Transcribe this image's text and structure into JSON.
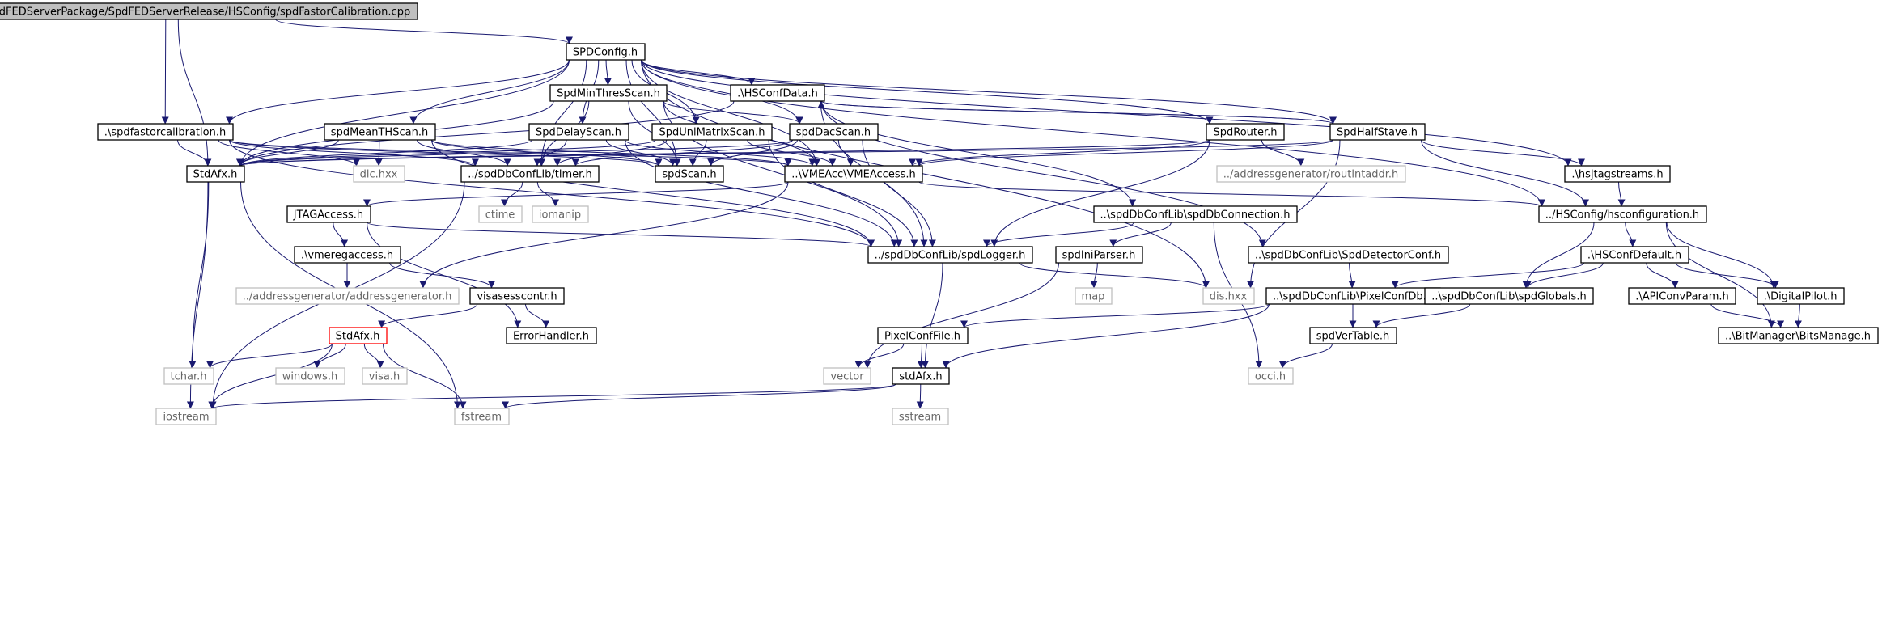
{
  "diagram": {
    "title": "F:/projectos/SpdFEDServerPackage/SpdFEDServerRelease/HSConfig/spdFastorCalibration.cpp",
    "colors": {
      "edge": "#191970",
      "root_fill": "#bfbfbf",
      "root_border": "#000000",
      "node_border": "#000000",
      "external_border": "#bfbfbf",
      "external_text": "#666666",
      "highlight_border": "#ff0000"
    },
    "nodes": [
      {
        "id": "root",
        "label": "F:/projectos/SpdFEDServerPackage/SpdFEDServerRelease/HSConfig/spdFastorCalibration.cpp",
        "style": "root"
      },
      {
        "id": "spdconfig",
        "label": "SPDConfig.h",
        "style": "normal"
      },
      {
        "id": "minthres",
        "label": "SpdMinThresScan.h",
        "style": "normal"
      },
      {
        "id": "hsconfdata",
        "label": ".\\HSConfData.h",
        "style": "normal"
      },
      {
        "id": "fastorcal",
        "label": ".\\spdfastorcalibration.h",
        "style": "normal"
      },
      {
        "id": "meanth",
        "label": "spdMeanTHScan.h",
        "style": "normal"
      },
      {
        "id": "delayscan",
        "label": "SpdDelayScan.h",
        "style": "normal"
      },
      {
        "id": "unimatrix",
        "label": "SpdUniMatrixScan.h",
        "style": "normal"
      },
      {
        "id": "dacscan",
        "label": "spdDacScan.h",
        "style": "normal"
      },
      {
        "id": "router",
        "label": "SpdRouter.h",
        "style": "normal"
      },
      {
        "id": "halfstave",
        "label": "SpdHalfStave.h",
        "style": "normal"
      },
      {
        "id": "stdafx1",
        "label": "StdAfx.h",
        "style": "normal"
      },
      {
        "id": "dichxx",
        "label": "dic.hxx",
        "style": "external"
      },
      {
        "id": "timer",
        "label": "../spdDbConfLib/timer.h",
        "style": "normal"
      },
      {
        "id": "spdscan",
        "label": "spdScan.h",
        "style": "normal"
      },
      {
        "id": "vmeaccess",
        "label": "..\\VMEAcc\\VMEAccess.h",
        "style": "normal"
      },
      {
        "id": "routintaddr",
        "label": "../addressgenerator/routintaddr.h",
        "style": "external"
      },
      {
        "id": "hsjtag",
        "label": ".\\hsjtagstreams.h",
        "style": "normal"
      },
      {
        "id": "ctime",
        "label": "ctime",
        "style": "external"
      },
      {
        "id": "iomanip",
        "label": "iomanip",
        "style": "external"
      },
      {
        "id": "jtagaccess",
        "label": "JTAGAccess.h",
        "style": "normal"
      },
      {
        "id": "dbconnection",
        "label": "..\\spdDbConfLib\\spdDbConnection.h",
        "style": "normal"
      },
      {
        "id": "hsconfiguration",
        "label": "../HSConfig/hsconfiguration.h",
        "style": "normal"
      },
      {
        "id": "vmeregaccess",
        "label": ".\\vmeregaccess.h",
        "style": "normal"
      },
      {
        "id": "spdlogger",
        "label": "../spdDbConfLib/spdLogger.h",
        "style": "normal"
      },
      {
        "id": "inipaser",
        "label": "spdIniParser.h",
        "style": "normal"
      },
      {
        "id": "detectorconf",
        "label": "..\\spdDbConfLib\\SpdDetectorConf.h",
        "style": "normal"
      },
      {
        "id": "hsconfdefault",
        "label": ".\\HSConfDefault.h",
        "style": "normal"
      },
      {
        "id": "addrgen",
        "label": "../addressgenerator/addressgenerator.h",
        "style": "external"
      },
      {
        "id": "visasess",
        "label": "visasesscontr.h",
        "style": "normal"
      },
      {
        "id": "map",
        "label": "map",
        "style": "external"
      },
      {
        "id": "dishxx",
        "label": "dis.hxx",
        "style": "external"
      },
      {
        "id": "pixelconfdb",
        "label": "..\\spdDbConfLib\\PixelConfDb.h",
        "style": "normal"
      },
      {
        "id": "spdglobals",
        "label": "..\\spdDbConfLib\\spdGlobals.h",
        "style": "normal"
      },
      {
        "id": "apiconv",
        "label": ".\\APIConvParam.h",
        "style": "normal"
      },
      {
        "id": "digitalpilot",
        "label": ".\\DigitalPilot.h",
        "style": "normal"
      },
      {
        "id": "stdafx2",
        "label": "StdAfx.h",
        "style": "highlight"
      },
      {
        "id": "errorhandler",
        "label": "ErrorHandler.h",
        "style": "normal"
      },
      {
        "id": "pixelconffile",
        "label": "PixelConfFile.h",
        "style": "normal"
      },
      {
        "id": "spdvertable",
        "label": "spdVerTable.h",
        "style": "normal"
      },
      {
        "id": "bitsmanage",
        "label": "..\\BitManager\\BitsManage.h",
        "style": "normal"
      },
      {
        "id": "tchar",
        "label": "tchar.h",
        "style": "external"
      },
      {
        "id": "windows",
        "label": "windows.h",
        "style": "external"
      },
      {
        "id": "visa",
        "label": "visa.h",
        "style": "external"
      },
      {
        "id": "vector",
        "label": "vector",
        "style": "external"
      },
      {
        "id": "stdafx3",
        "label": "stdAfx.h",
        "style": "normal"
      },
      {
        "id": "occi",
        "label": "occi.h",
        "style": "external"
      },
      {
        "id": "iostream",
        "label": "iostream",
        "style": "external"
      },
      {
        "id": "fstream",
        "label": "fstream",
        "style": "external"
      },
      {
        "id": "sstream",
        "label": "sstream",
        "style": "external"
      }
    ],
    "edges": [
      [
        "root",
        "spdconfig"
      ],
      [
        "root",
        "fastorcal"
      ],
      [
        "root",
        "stdafx1"
      ],
      [
        "spdconfig",
        "minthres"
      ],
      [
        "spdconfig",
        "hsconfdata"
      ],
      [
        "spdconfig",
        "fastorcal"
      ],
      [
        "spdconfig",
        "meanth"
      ],
      [
        "spdconfig",
        "delayscan"
      ],
      [
        "spdconfig",
        "unimatrix"
      ],
      [
        "spdconfig",
        "dacscan"
      ],
      [
        "spdconfig",
        "router"
      ],
      [
        "spdconfig",
        "halfstave"
      ],
      [
        "spdconfig",
        "stdafx1"
      ],
      [
        "spdconfig",
        "timer"
      ],
      [
        "spdconfig",
        "spdscan"
      ],
      [
        "spdconfig",
        "vmeaccess"
      ],
      [
        "spdconfig",
        "hsjtag"
      ],
      [
        "spdconfig",
        "hsconfiguration"
      ],
      [
        "spdconfig",
        "dishxx"
      ],
      [
        "minthres",
        "stdafx1"
      ],
      [
        "minthres",
        "timer"
      ],
      [
        "minthres",
        "spdscan"
      ],
      [
        "minthres",
        "dacscan"
      ],
      [
        "minthres",
        "vmeaccess"
      ],
      [
        "minthres",
        "spdlogger"
      ],
      [
        "hsconfdata",
        "stdafx1"
      ],
      [
        "hsconfdata",
        "halfstave"
      ],
      [
        "hsconfdata",
        "dbconnection"
      ],
      [
        "hsconfdata",
        "spdlogger"
      ],
      [
        "hsconfdata",
        "detectorconf"
      ],
      [
        "fastorcal",
        "stdafx1"
      ],
      [
        "fastorcal",
        "dichxx"
      ],
      [
        "fastorcal",
        "timer"
      ],
      [
        "fastorcal",
        "spdscan"
      ],
      [
        "fastorcal",
        "vmeaccess"
      ],
      [
        "fastorcal",
        "spdlogger"
      ],
      [
        "meanth",
        "stdafx1"
      ],
      [
        "meanth",
        "dichxx"
      ],
      [
        "meanth",
        "timer"
      ],
      [
        "meanth",
        "spdscan"
      ],
      [
        "meanth",
        "vmeaccess"
      ],
      [
        "meanth",
        "spdlogger"
      ],
      [
        "delayscan",
        "stdafx1"
      ],
      [
        "delayscan",
        "timer"
      ],
      [
        "delayscan",
        "spdscan"
      ],
      [
        "delayscan",
        "vmeaccess"
      ],
      [
        "delayscan",
        "spdlogger"
      ],
      [
        "unimatrix",
        "stdafx1"
      ],
      [
        "unimatrix",
        "timer"
      ],
      [
        "unimatrix",
        "spdscan"
      ],
      [
        "unimatrix",
        "vmeaccess"
      ],
      [
        "unimatrix",
        "spdlogger"
      ],
      [
        "dacscan",
        "stdafx1"
      ],
      [
        "dacscan",
        "timer"
      ],
      [
        "dacscan",
        "spdscan"
      ],
      [
        "dacscan",
        "vmeaccess"
      ],
      [
        "dacscan",
        "spdlogger"
      ],
      [
        "router",
        "stdafx1"
      ],
      [
        "router",
        "vmeaccess"
      ],
      [
        "router",
        "routintaddr"
      ],
      [
        "router",
        "spdlogger"
      ],
      [
        "halfstave",
        "hsconfdata"
      ],
      [
        "halfstave",
        "stdafx1"
      ],
      [
        "halfstave",
        "vmeaccess"
      ],
      [
        "halfstave",
        "hsjtag"
      ],
      [
        "halfstave",
        "hsconfiguration"
      ],
      [
        "halfstave",
        "dishxx"
      ],
      [
        "stdafx1",
        "iostream"
      ],
      [
        "stdafx1",
        "tchar"
      ],
      [
        "stdafx1",
        "fstream"
      ],
      [
        "timer",
        "ctime"
      ],
      [
        "timer",
        "iomanip"
      ],
      [
        "timer",
        "iostream"
      ],
      [
        "vmeaccess",
        "jtagaccess"
      ],
      [
        "vmeaccess",
        "addrgen"
      ],
      [
        "vmeaccess",
        "hsconfiguration"
      ],
      [
        "hsjtag",
        "hsconfiguration"
      ],
      [
        "jtagaccess",
        "vmeregaccess"
      ],
      [
        "jtagaccess",
        "spdlogger"
      ],
      [
        "jtagaccess",
        "errorhandler"
      ],
      [
        "dbconnection",
        "spdlogger"
      ],
      [
        "dbconnection",
        "inipaser"
      ],
      [
        "dbconnection",
        "occi"
      ],
      [
        "hsconfiguration",
        "hsconfdefault"
      ],
      [
        "hsconfiguration",
        "spdglobals"
      ],
      [
        "hsconfiguration",
        "digitalpilot"
      ],
      [
        "hsconfiguration",
        "bitsmanage"
      ],
      [
        "vmeregaccess",
        "addrgen"
      ],
      [
        "vmeregaccess",
        "visasess"
      ],
      [
        "spdlogger",
        "dishxx"
      ],
      [
        "spdlogger",
        "stdafx3"
      ],
      [
        "inipaser",
        "map"
      ],
      [
        "inipaser",
        "vector"
      ],
      [
        "detectorconf",
        "pixelconfdb"
      ],
      [
        "hsconfdefault",
        "pixelconfdb"
      ],
      [
        "hsconfdefault",
        "spdglobals"
      ],
      [
        "hsconfdefault",
        "apiconv"
      ],
      [
        "hsconfdefault",
        "digitalpilot"
      ],
      [
        "visasess",
        "stdafx2"
      ],
      [
        "visasess",
        "errorhandler"
      ],
      [
        "pixelconfdb",
        "pixelconffile"
      ],
      [
        "pixelconfdb",
        "spdvertable"
      ],
      [
        "pixelconfdb",
        "stdafx3"
      ],
      [
        "spdglobals",
        "spdvertable"
      ],
      [
        "apiconv",
        "bitsmanage"
      ],
      [
        "digitalpilot",
        "bitsmanage"
      ],
      [
        "stdafx2",
        "tchar"
      ],
      [
        "stdafx2",
        "windows"
      ],
      [
        "stdafx2",
        "visa"
      ],
      [
        "stdafx2",
        "iostream"
      ],
      [
        "stdafx2",
        "fstream"
      ],
      [
        "pixelconffile",
        "vector"
      ],
      [
        "pixelconffile",
        "stdafx3"
      ],
      [
        "spdvertable",
        "occi"
      ],
      [
        "stdafx3",
        "iostream"
      ],
      [
        "stdafx3",
        "fstream"
      ],
      [
        "stdafx3",
        "sstream"
      ]
    ]
  }
}
